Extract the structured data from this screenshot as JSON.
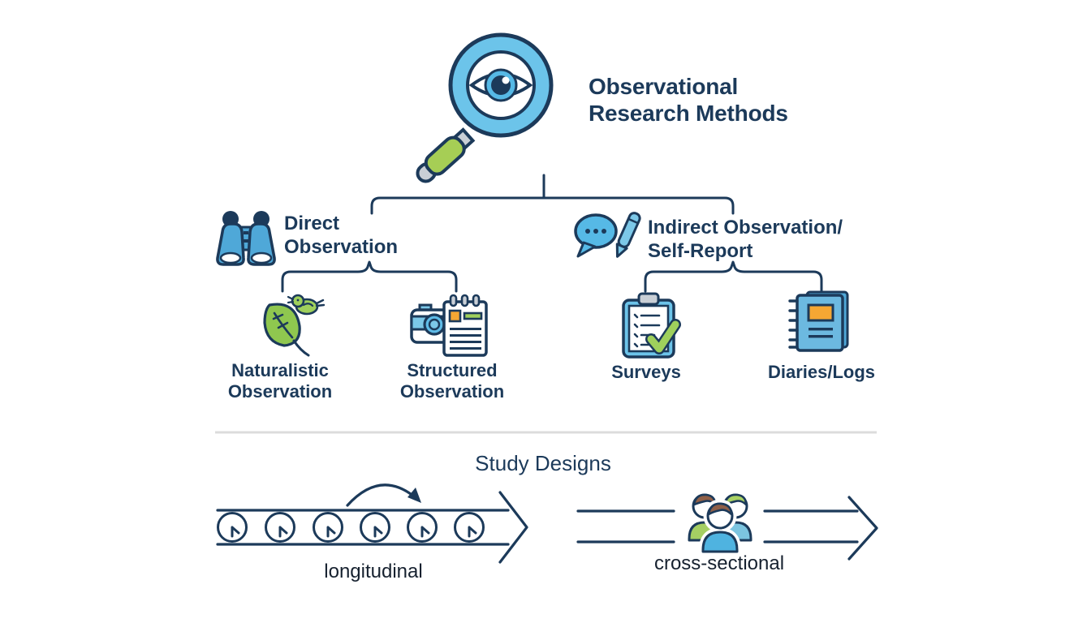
{
  "header": {
    "icon": "magnifier-eye-icon",
    "title_line1": "Observational",
    "title_line2": "Research Methods"
  },
  "tree": {
    "branches": [
      {
        "id": "direct",
        "icon": "binoculars-icon",
        "label_line1": "Direct",
        "label_line2": "Observation"
      },
      {
        "id": "indirect",
        "icon": "speech-bubble-pen-icon",
        "label_line1": "Indirect Observation/",
        "label_line2": "Self-Report"
      }
    ],
    "leaves": [
      {
        "id": "naturalistic",
        "parent": "direct",
        "icon": "leaf-bird-icon",
        "label_line1": "Naturalistic",
        "label_line2": "Observation"
      },
      {
        "id": "structured",
        "parent": "direct",
        "icon": "camera-notepad-icon",
        "label_line1": "Structured",
        "label_line2": "Observation"
      },
      {
        "id": "surveys",
        "parent": "indirect",
        "icon": "clipboard-check-icon",
        "label": "Surveys"
      },
      {
        "id": "diaries",
        "parent": "indirect",
        "icon": "notebook-icon",
        "label": "Diaries/Logs"
      }
    ]
  },
  "study_designs": {
    "title": "Study Designs",
    "timelines": [
      {
        "id": "longitudinal",
        "icon": "clock-icon",
        "icon_count": 6,
        "label": "longitudinal"
      },
      {
        "id": "cross_sectional",
        "icon": "people-group-icon",
        "label": "cross-sectional"
      }
    ]
  },
  "colors": {
    "navy": "#1C3A5A",
    "sky_blue": "#6CC4EA",
    "medium_blue": "#4FA8D8",
    "green": "#9FD05C",
    "leaf_green": "#8FC74F",
    "orange": "#F5A733",
    "gray": "#C9CFD6",
    "divider": "#DCDCDC",
    "background": "#FFFFFF"
  }
}
